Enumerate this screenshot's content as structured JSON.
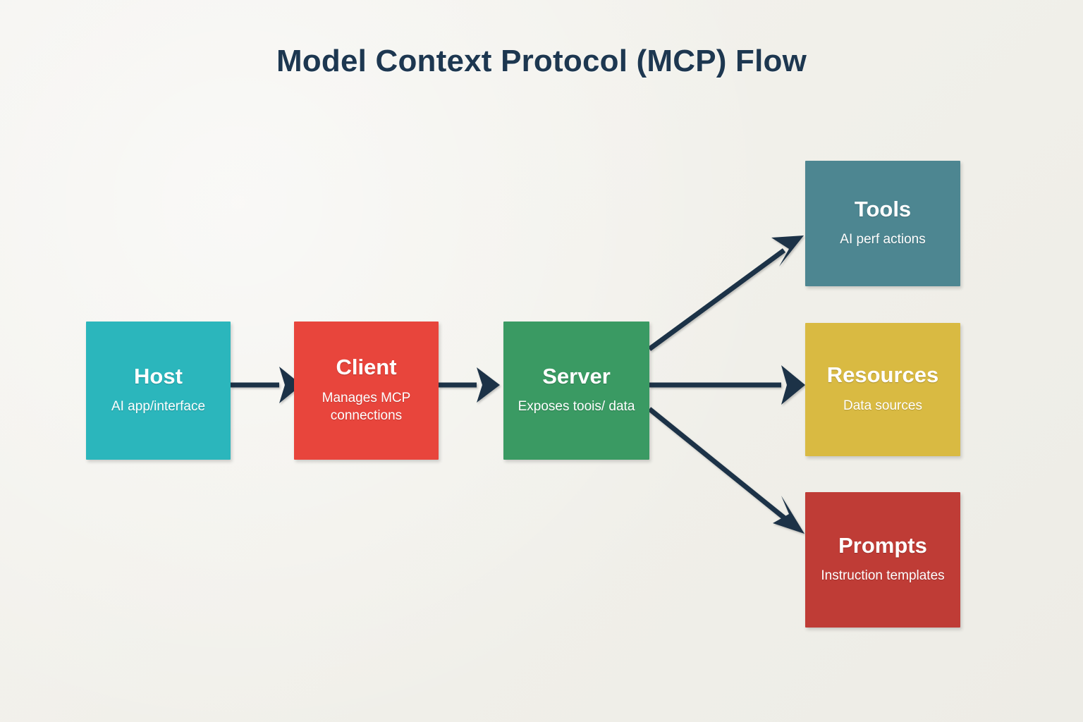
{
  "page": {
    "title": "Model Context Protocol (MCP) Flow",
    "background_color": "#f2f1ec",
    "title_color": "#1d3750",
    "arrow_color": "#1b3347"
  },
  "nodes": [
    {
      "id": "host",
      "title": "Host",
      "description": "AI app/interface",
      "color": "#2bb6bc"
    },
    {
      "id": "client",
      "title": "Client",
      "description": "Manages MCP connections",
      "color": "#e8453c"
    },
    {
      "id": "server",
      "title": "Server",
      "description": "Exposes toois/ data",
      "color": "#3a9a63"
    },
    {
      "id": "tools",
      "title": "Tools",
      "description": "AI perf actions",
      "color": "#4d8691"
    },
    {
      "id": "resources",
      "title": "Resources",
      "description": "Data sources",
      "color": "#d9ba42"
    },
    {
      "id": "prompts",
      "title": "Prompts",
      "description": "Instruction templates",
      "color": "#bf3c36"
    }
  ],
  "edges": [
    {
      "id": "host-to-client",
      "from": "host",
      "to": "client",
      "label": ""
    },
    {
      "id": "client-to-server",
      "from": "client",
      "to": "server",
      "label": ""
    },
    {
      "id": "server-to-tools",
      "from": "server",
      "to": "tools",
      "label": ""
    },
    {
      "id": "server-to-resources",
      "from": "server",
      "to": "resources",
      "label": ""
    },
    {
      "id": "server-to-prompts",
      "from": "server",
      "to": "prompts",
      "label": ""
    }
  ]
}
